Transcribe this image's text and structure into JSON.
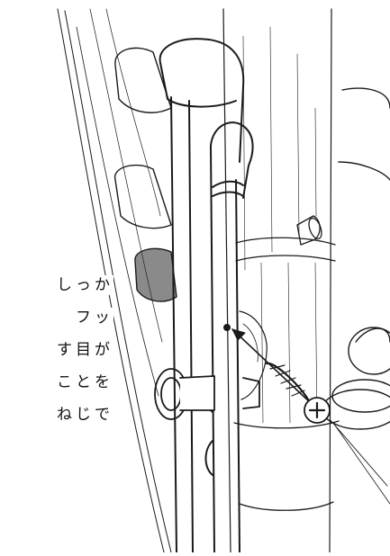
{
  "illustration": {
    "subject": "hinge-and-screw-sketch-icon",
    "ink_color": "#1a1a1a",
    "paper_color": "#ffffff"
  },
  "text_lines": [
    "しっか",
    "フッ",
    "す目が",
    "ことを",
    "ねじで"
  ]
}
